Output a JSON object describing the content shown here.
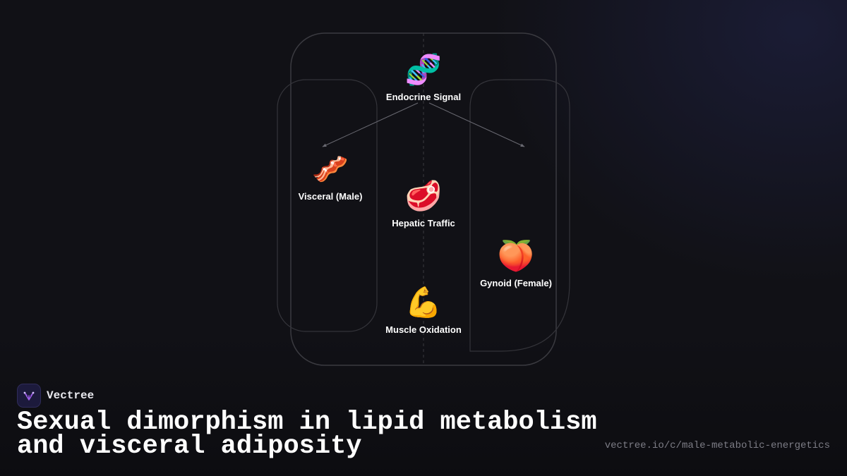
{
  "brand": {
    "name": "Vectree",
    "logo_icon": "vectree-tree-logo-icon",
    "accent": "#9b5de5"
  },
  "title": "Sexual dimorphism in lipid metabolism and visceral adiposity",
  "url": "vectree.io/c/male-metabolic-energetics",
  "diagram": {
    "nodes": [
      {
        "id": "endocrine",
        "emoji": "🧬",
        "icon": "dna-icon",
        "label": "Endocrine Signal"
      },
      {
        "id": "visceral",
        "emoji": "🥓",
        "icon": "bacon-icon",
        "label": "Visceral (Male)"
      },
      {
        "id": "hepatic",
        "emoji": "🥩",
        "icon": "meat-icon",
        "label": "Hepatic Traffic"
      },
      {
        "id": "gynoid",
        "emoji": "🍑",
        "icon": "peach-icon",
        "label": "Gynoid (Female)"
      },
      {
        "id": "muscle",
        "emoji": "💪",
        "icon": "flexed-biceps-icon",
        "label": "Muscle Oxidation"
      }
    ],
    "edges": [
      {
        "from": "endocrine",
        "to": "visceral"
      },
      {
        "from": "endocrine",
        "to": "gynoid"
      }
    ],
    "colors": {
      "outline": "#3a3a40",
      "arrow": "#6a6a72",
      "background": "#111116"
    }
  }
}
